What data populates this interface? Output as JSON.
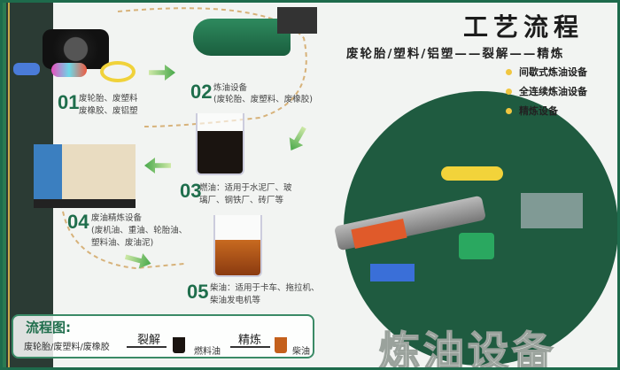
{
  "header": {
    "title": "工艺流程",
    "subtitle": "废轮胎/塑料/铝塑——裂解——精炼",
    "bullets": [
      "间歇式炼油设备",
      "全连续炼油设备",
      "精炼设备"
    ],
    "bullet_color": "#f0c640"
  },
  "steps": [
    {
      "num": "01",
      "text": "废轮胎、废塑料 废橡胶、废铝塑"
    },
    {
      "num": "02",
      "title": "炼油设备",
      "text": "(废轮胎、废塑料、废橡胶)"
    },
    {
      "num": "03",
      "text": "燃油：适用于水泥厂、玻璃厂、钢铁厂、砖厂等"
    },
    {
      "num": "04",
      "title": "废油精炼设备",
      "text": "(废机油、重油、轮胎油、塑料油、废油泥)"
    },
    {
      "num": "05",
      "text": "柴油：适用于卡车、拖拉机、柴油发电机等"
    }
  ],
  "flowchart": {
    "title": "流程图:",
    "input": "废轮胎/废塑料/废橡胶",
    "step1": "裂解",
    "product1": "燃料油",
    "step2": "精炼",
    "product2": "柴油"
  },
  "watermark": "炼油设备",
  "colors": {
    "brand_green": "#1f6e4c",
    "circle_green": "#1f5b40",
    "frame": "#1e6b4c"
  }
}
